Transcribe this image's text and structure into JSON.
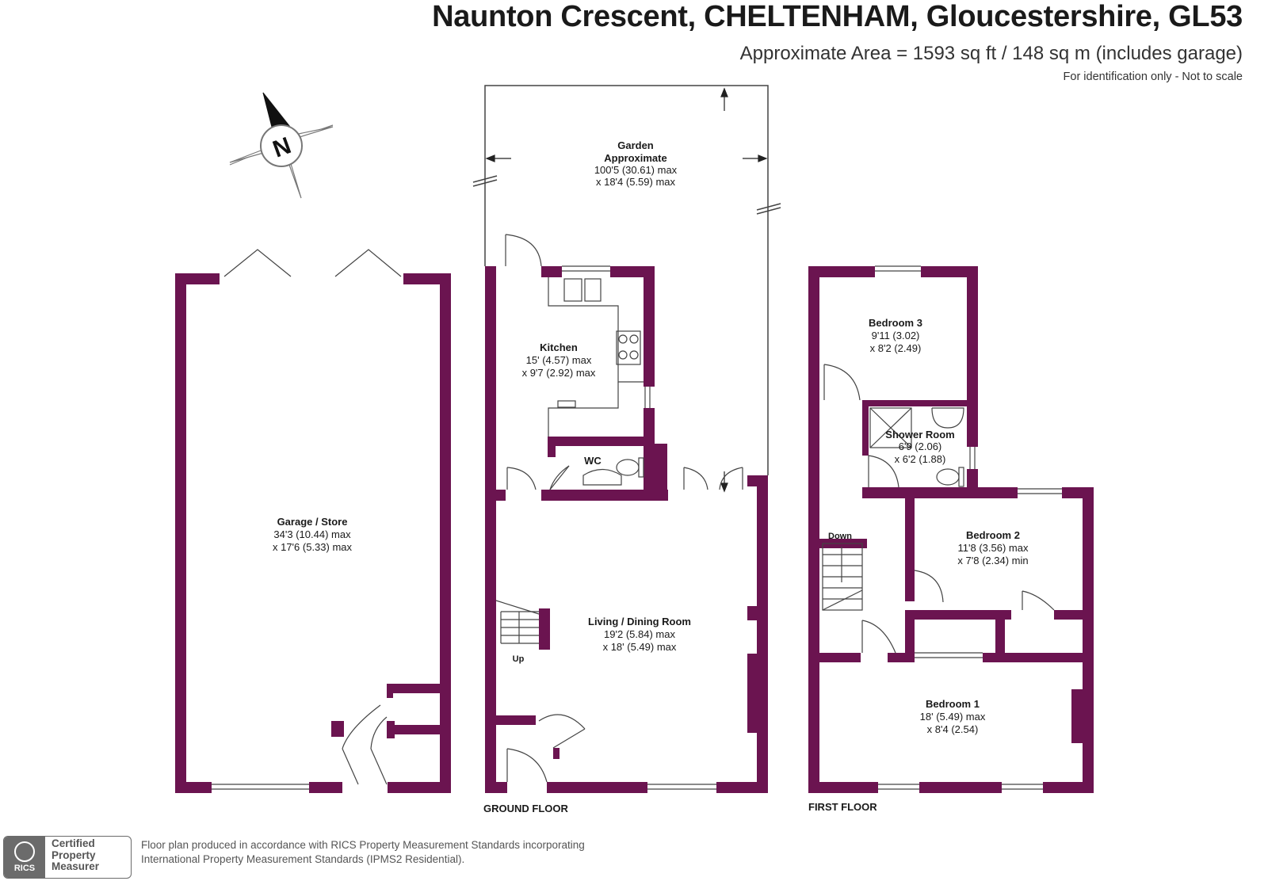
{
  "header": {
    "title": "Naunton Crescent, CHELTENHAM, Gloucestershire, GL53",
    "area": "Approximate Area = 1593 sq ft / 148 sq m (includes garage)",
    "identification": "For identification only - Not to scale"
  },
  "compass": {
    "label": "N"
  },
  "floors": {
    "ground": "GROUND FLOOR",
    "first": "FIRST FLOOR"
  },
  "rooms": {
    "garden": {
      "name": "Garden",
      "line1": "Approximate",
      "line2": "100'5 (30.61) max",
      "line3": "x 18'4 (5.59) max"
    },
    "kitchen": {
      "name": "Kitchen",
      "line1": "15' (4.57) max",
      "line2": "x 9'7 (2.92) max"
    },
    "wc": {
      "name": "WC"
    },
    "garage": {
      "name": "Garage / Store",
      "line1": "34'3 (10.44) max",
      "line2": "x 17'6 (5.33) max"
    },
    "living": {
      "name": "Living / Dining Room",
      "line1": "19'2 (5.84) max",
      "line2": "x 18' (5.49) max"
    },
    "bedroom3": {
      "name": "Bedroom 3",
      "line1": "9'11 (3.02)",
      "line2": "x 8'2 (2.49)"
    },
    "shower": {
      "name": "Shower Room",
      "line1": "6'9 (2.06)",
      "line2": "x 6'2 (1.88)"
    },
    "bedroom2": {
      "name": "Bedroom 2",
      "line1": "11'8 (3.56) max",
      "line2": "x 7'8 (2.34) min"
    },
    "bedroom1": {
      "name": "Bedroom 1",
      "line1": "18' (5.49) max",
      "line2": "x 8'4 (2.54)"
    }
  },
  "stairs": {
    "up": "Up",
    "down": "Down"
  },
  "footer": {
    "badge_line1": "Certified",
    "badge_line2": "Property",
    "badge_line3": "Measurer",
    "badge_logo": "RICS",
    "note_line1": "Floor plan produced in accordance with RICS Property Measurement Standards incorporating",
    "note_line2": "International Property Measurement Standards (IPMS2 Residential)."
  },
  "colors": {
    "wall": "#6b1450",
    "text": "#1a1a1a",
    "badge": "#6b6b6b"
  }
}
